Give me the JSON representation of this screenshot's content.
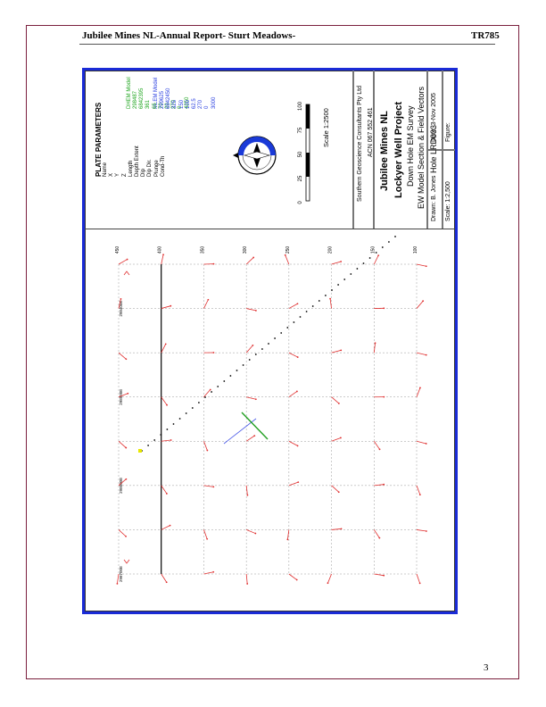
{
  "header": {
    "title": "Jubilee Mines NL-Annual Report- Sturt Meadows-",
    "report_id": "TR785"
  },
  "page_number": "3",
  "plate_parameters": {
    "heading": "PLATE PARAMETERS",
    "labels": [
      "Name",
      "X",
      "Y",
      "Z",
      "Length",
      "Depth Extent",
      "Dip",
      "Dip Dir.",
      "Plunge",
      "Cond-Th"
    ],
    "dhem_header": "DHEM Model",
    "dhem_values": [
      "298487",
      "6842395",
      "361",
      "65",
      "70",
      "20",
      "270",
      "0",
      "4250"
    ],
    "mlem_header": "MLEM Model",
    "mlem_values": [
      "299625",
      "6842450",
      "325",
      "150",
      "100",
      "62.5",
      "270",
      "0",
      "3000"
    ],
    "colors": {
      "labels": "#000000",
      "dhem": "#1fa51f",
      "mlem": "#2a3fe0"
    }
  },
  "scale_bar": {
    "ticks": [
      "0",
      "25",
      "50",
      "75",
      "100"
    ],
    "label": "Scale 1:2500"
  },
  "compass": {
    "icon": "north-arrow-compass-icon"
  },
  "company": {
    "name": "Southern Geoscience Consultants Pty Ltd",
    "acn": "ACN 067 552 461"
  },
  "title_block": {
    "client": "Jubilee Mines NL",
    "project": "Lockyer Well Project",
    "survey": "Down Hole EM Survey",
    "description": "EW Model Section & Field Vectors",
    "hole": "Hole LRD003",
    "drawn": "Drawn: B. Jones",
    "date": "Date: 3-Nov 2005",
    "scale": "Scale: 1:2,500",
    "figure": "Figure:"
  },
  "section": {
    "depth_labels": [
      "450",
      "400",
      "350",
      "300",
      "250",
      "200",
      "150",
      "100"
    ],
    "easting_labels": [
      "298400E",
      "298500E",
      "298600E",
      "298700E"
    ],
    "colors": {
      "vectors": "#e03030",
      "grid": "#9a9a9a",
      "plate_dhem": "#22a022",
      "plate_mlem": "#4a5ae8",
      "hole": "#000000",
      "collar": "#e8e800",
      "surface": "#000000"
    }
  }
}
